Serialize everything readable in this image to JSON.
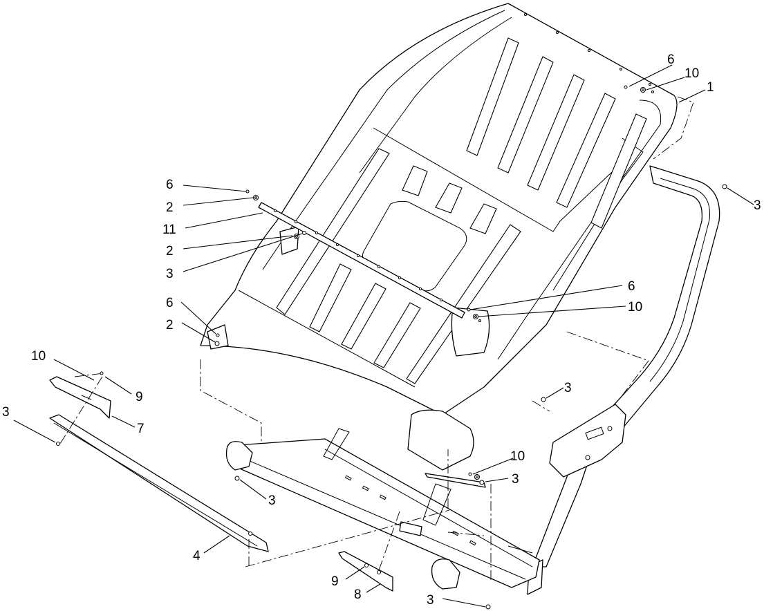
{
  "callouts": [
    {
      "id": "c1",
      "label": "1"
    },
    {
      "id": "c2",
      "label": "2"
    },
    {
      "id": "c3",
      "label": "3"
    },
    {
      "id": "c4",
      "label": "4"
    },
    {
      "id": "c5",
      "label": "6"
    },
    {
      "id": "c6",
      "label": "7"
    },
    {
      "id": "c7",
      "label": "8"
    },
    {
      "id": "c8",
      "label": "9"
    },
    {
      "id": "c9",
      "label": "10"
    },
    {
      "id": "c10",
      "label": "11"
    }
  ]
}
